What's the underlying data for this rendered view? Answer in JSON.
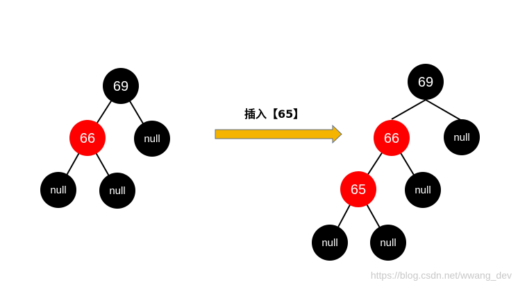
{
  "colors": {
    "black_node": "#000000",
    "red_node": "#ff0000",
    "edge": "#000000",
    "arrow_fill": "#f5b400",
    "arrow_stroke": "#5a6e8c"
  },
  "before_tree": {
    "root": "69",
    "root_left": "66",
    "root_right": "null",
    "left_left": "null",
    "left_right": "null"
  },
  "operation": {
    "caption": "插入【65】"
  },
  "after_tree": {
    "root": "69",
    "root_left": "66",
    "root_right": "null",
    "left_left": "65",
    "left_right": "null",
    "left_left_left": "null",
    "left_left_right": "null"
  },
  "watermark": "https://blog.csdn.net/wwang_dev"
}
